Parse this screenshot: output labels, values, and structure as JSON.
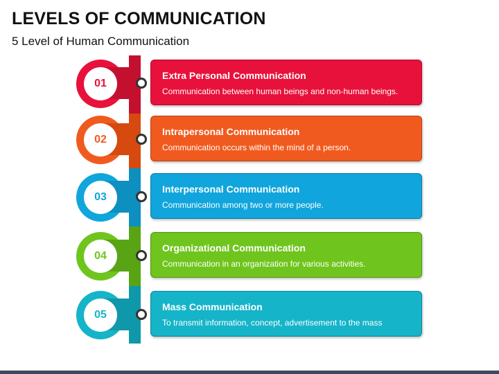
{
  "header": {
    "title": "LEVELS OF COMMUNICATION",
    "subtitle": "5 Level of Human Communication"
  },
  "levels": [
    {
      "number": "01",
      "title": "Extra Personal Communication",
      "description": "Communication between human beings and non-human beings.",
      "color": "#e8113b"
    },
    {
      "number": "02",
      "title": "Intrapersonal Communication",
      "description": "Communication occurs within the mind of a person.",
      "color": "#f15a1f"
    },
    {
      "number": "03",
      "title": "Interpersonal Communication",
      "description": "Communication among two or more people.",
      "color": "#10a5dc"
    },
    {
      "number": "04",
      "title": "Organizational Communication",
      "description": "Communication in an organization for various activities.",
      "color": "#6fc51d"
    },
    {
      "number": "05",
      "title": "Mass Communication",
      "description": "To transmit information, concept, advertisement to the mass",
      "color": "#15b4c8"
    }
  ],
  "spine_colors": [
    "#c4102f",
    "#d64a10",
    "#0d8fbf",
    "#58a414",
    "#0f98a9"
  ]
}
